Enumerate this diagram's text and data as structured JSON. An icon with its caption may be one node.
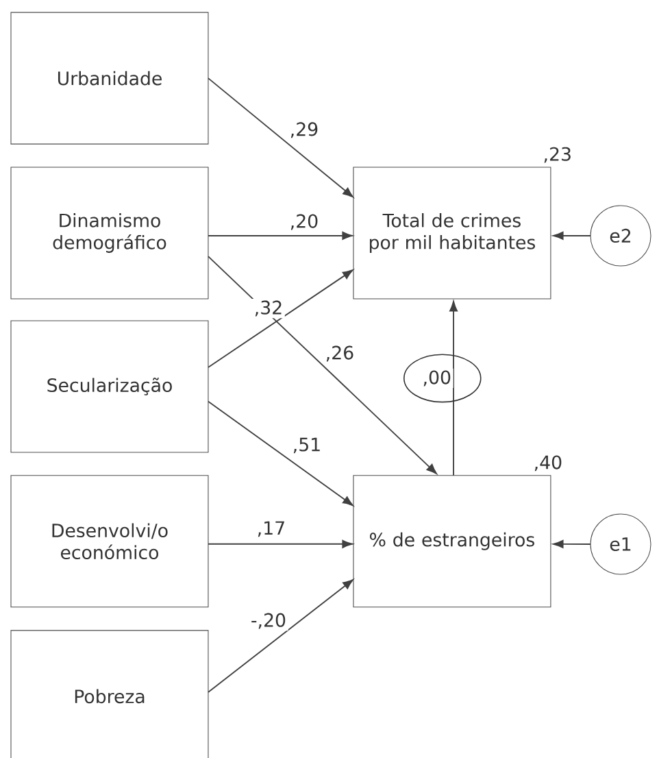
{
  "diagram": {
    "nodes": [
      {
        "text": [
          "Urbanidade"
        ]
      },
      {
        "text": [
          "Dinamismo demográfico"
        ]
      },
      {
        "text": [
          "Secularização"
        ]
      },
      {
        "text": [
          "Desenvolvi/o económico"
        ]
      },
      {
        "text": [
          "Pobreza"
        ]
      },
      {
        "text": [
          "Total de crimes por mil habitantes"
        ],
        "beside": [
          ",23"
        ]
      },
      {
        "text": [
          "% de estrangeiros"
        ],
        "beside": [
          ",40"
        ]
      },
      {
        "text": [
          "e2"
        ]
      },
      {
        "text": [
          "e1"
        ]
      }
    ],
    "edges": [
      {
        "from": 0,
        "to": 5,
        "arrow": "to",
        "label": ",29"
      },
      {
        "from": 1,
        "to": 5,
        "arrow": "to",
        "label": ",20"
      },
      {
        "from": 1,
        "to": 6,
        "arrow": "to",
        "label": ",26"
      },
      {
        "from": 2,
        "to": 5,
        "arrow": "to",
        "label": ",32"
      },
      {
        "from": 2,
        "to": 6,
        "arrow": "to",
        "label": ",51"
      },
      {
        "from": 3,
        "to": 6,
        "arrow": "to",
        "label": ",17"
      },
      {
        "from": 4,
        "to": 6,
        "arrow": "to",
        "label": "-,20"
      },
      {
        "from": 6,
        "to": 5,
        "arrow": "to",
        "label": ",00"
      },
      {
        "from": 7,
        "to": 5,
        "arrow": "to"
      },
      {
        "from": 8,
        "to": 6,
        "arrow": "to"
      }
    ]
  }
}
